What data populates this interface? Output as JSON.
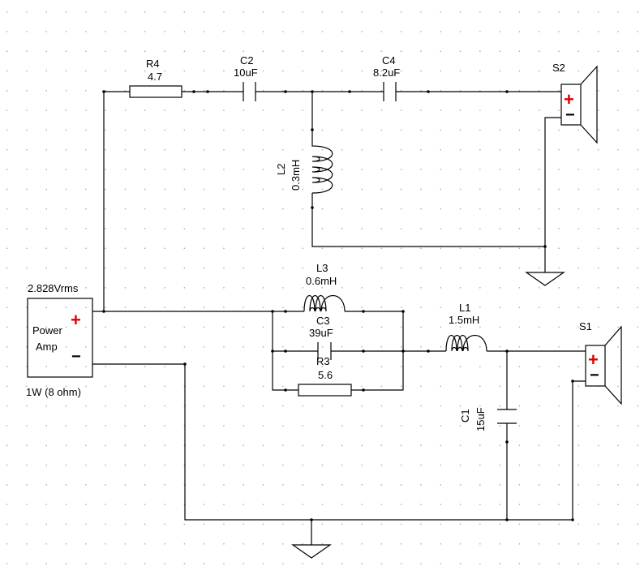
{
  "amp": {
    "voltage": "2.828Vrms",
    "name_line1": "Power",
    "name_line2": "Amp",
    "power": "1W (8 ohm)",
    "plus": "+",
    "minus": "−"
  },
  "r4": {
    "ref": "R4",
    "value": "4.7"
  },
  "c2": {
    "ref": "C2",
    "value": "10uF"
  },
  "c4": {
    "ref": "C4",
    "value": "8.2uF"
  },
  "l2": {
    "ref": "L2",
    "value": "0.3mH"
  },
  "s2": {
    "ref": "S2",
    "plus": "+",
    "minus": "−"
  },
  "l3": {
    "ref": "L3",
    "value": "0.6mH"
  },
  "c3": {
    "ref": "C3",
    "value": "39uF"
  },
  "r3": {
    "ref": "R3",
    "value": "5.6"
  },
  "l1": {
    "ref": "L1",
    "value": "1.5mH"
  },
  "c1": {
    "ref": "C1",
    "value": "15uF"
  },
  "s1": {
    "ref": "S1",
    "plus": "+",
    "minus": "−"
  },
  "colors": {
    "polarity_plus": "#e00000",
    "wire": "#000000",
    "grid_dot": "#9a9a9a"
  }
}
